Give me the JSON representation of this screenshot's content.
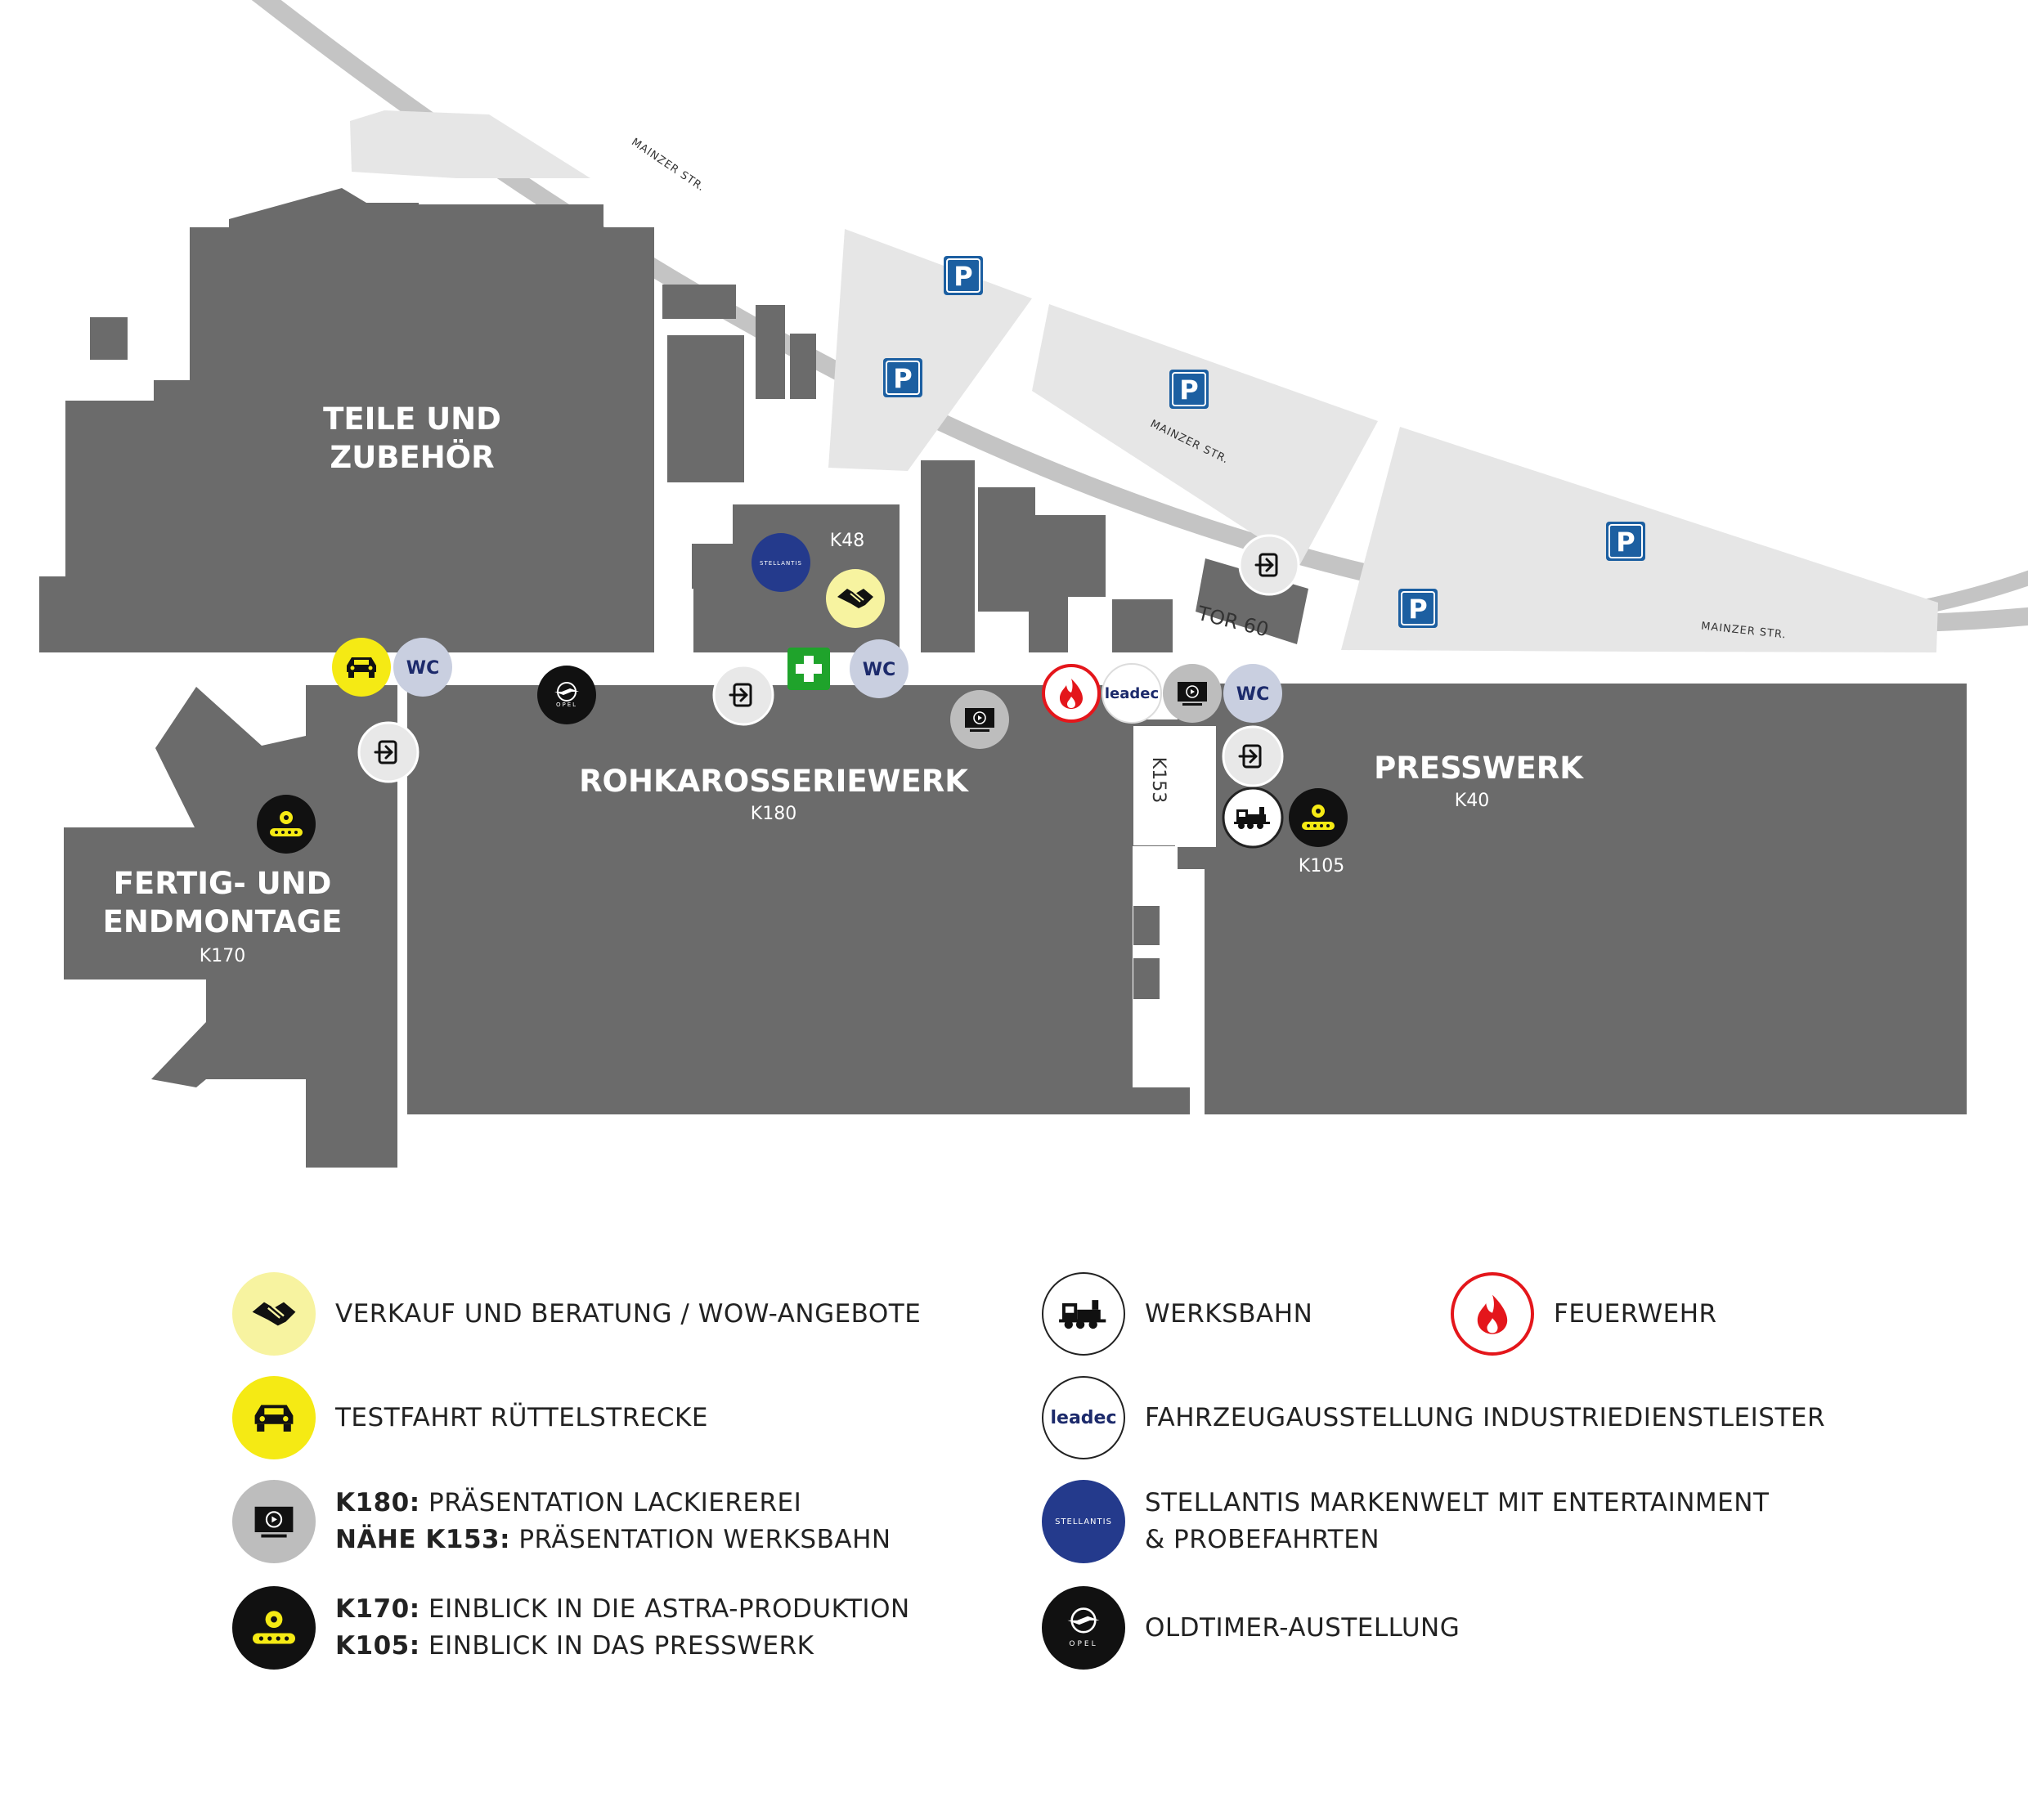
{
  "map": {
    "buildings": {
      "teile": {
        "line1": "TEILE UND",
        "line2": "ZUBEHÖR"
      },
      "fertig": {
        "line1": "FERTIG- UND",
        "line2": "ENDMONTAGE",
        "code": "K170"
      },
      "rohkarosserie": {
        "name": "ROHKAROSSERIEWERK",
        "code": "K180"
      },
      "presswerk": {
        "name": "PRESSWERK",
        "code": "K40"
      },
      "k48": "K48",
      "k153": "K153",
      "k105": "K105",
      "tor60": "TOR 60"
    },
    "streets": [
      "MAINZER STR.",
      "MAINZER STR.",
      "MAINZER STR."
    ],
    "parking_label": "P",
    "wc_label": "WC",
    "leadec_label": "leadec",
    "stellantis_label": "STELLANTIS",
    "opel_label": "OPEL"
  },
  "legend": {
    "items": [
      {
        "icon": "handshake-icon",
        "text": "VERKAUF UND BERATUNG / WOW-ANGEBOTE"
      },
      {
        "icon": "car-icon",
        "text": "TESTFAHRT RÜTTELSTRECKE"
      },
      {
        "icon": "screen-icon",
        "bold1": "K180:",
        "text1": " PRÄSENTATION LACKIEREREI",
        "bold2": "NÄHE K153:",
        "text2": " PRÄSENTATION WERKSBAHN"
      },
      {
        "icon": "production-icon",
        "bold1": "K170:",
        "text1": " EINBLICK IN DIE ASTRA-PRODUKTION",
        "bold2": "K105:",
        "text2": " EINBLICK IN DAS PRESSWERK"
      },
      {
        "icon": "train-icon",
        "text": "WERKSBAHN"
      },
      {
        "icon": "fire-icon",
        "text": "FEUERWEHR"
      },
      {
        "icon": "leadec-icon",
        "text": "FAHRZEUGAUSSTELLUNG INDUSTRIEDIENSTLEISTER"
      },
      {
        "icon": "stellantis-icon",
        "text1": "STELLANTIS MARKENWELT MIT ENTERTAINMENT",
        "text2": "& PROBEFAHRTEN"
      },
      {
        "icon": "opel-icon",
        "text": "OLDTIMER-AUSTELLUNG"
      }
    ]
  },
  "colors": {
    "building": "#6b6b6b",
    "parking_area": "#e6e6e6",
    "road": "#c4c4c4",
    "yellow": "#f5ea14",
    "light_yellow": "#f7f3a0",
    "wc_bg": "#c9cfe0",
    "wc_text": "#1c2a6b",
    "blue_p": "#1c5fa1",
    "stellantis_blue": "#243a8c",
    "fire_red": "#e4161b",
    "first_aid": "#1fa32b"
  }
}
